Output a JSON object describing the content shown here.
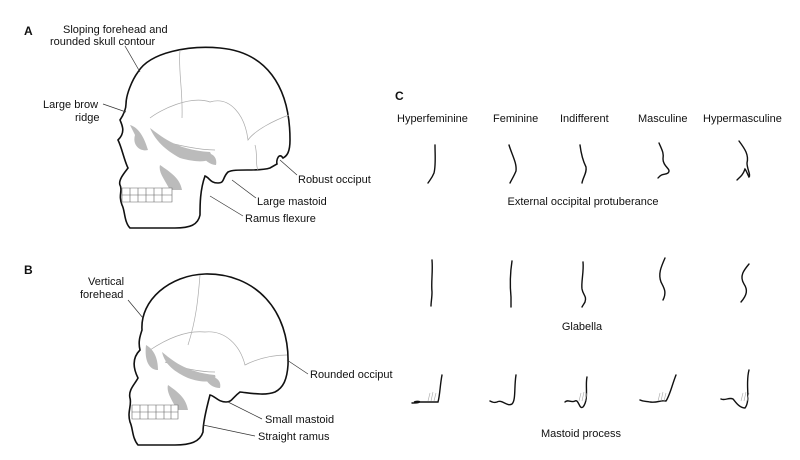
{
  "panel_a": {
    "letter": "A",
    "labels": {
      "forehead_line1": "Sloping forehead and",
      "forehead_line2": "rounded skull contour",
      "brow_line1": "Large brow",
      "brow_line2": "ridge",
      "occiput": "Robust occiput",
      "mastoid": "Large mastoid",
      "ramus": "Ramus flexure"
    }
  },
  "panel_b": {
    "letter": "B",
    "labels": {
      "forehead_line1": "Vertical",
      "forehead_line2": "forehead",
      "occiput": "Rounded occiput",
      "mastoid": "Small mastoid",
      "ramus": "Straight ramus"
    }
  },
  "panel_c": {
    "letter": "C",
    "columns": [
      "Hyperfeminine",
      "Feminine",
      "Indifferent",
      "Masculine",
      "Hypermasculine"
    ],
    "rows": [
      "External occipital protuberance",
      "Glabella",
      "Mastoid process"
    ]
  }
}
